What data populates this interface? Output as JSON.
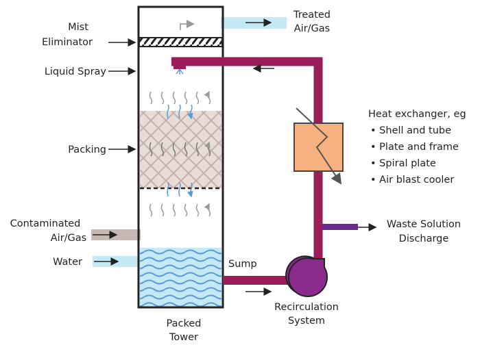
{
  "labels": {
    "treated_1": "Treated",
    "treated_2": "Air/Gas",
    "mist_1": "Mist",
    "mist_2": "Eliminator",
    "liquid_spray": "Liquid Spray",
    "packing": "Packing",
    "contaminated_1": "Contaminated",
    "contaminated_2": "Air/Gas",
    "water": "Water",
    "sump": "Sump",
    "packed_1": "Packed",
    "packed_2": "Tower",
    "recirc_1": "Recirculation",
    "recirc_2": "System",
    "waste_1": "Waste Solution",
    "waste_2": "Discharge",
    "hx_title": "Heat exchanger, eg",
    "hx_items": [
      "Shell and tube",
      "Plate and frame",
      "Spiral plate",
      "Air blast cooler"
    ]
  },
  "colors": {
    "pipe": "#9b1d5a",
    "pump": "#8a2a8a",
    "waste_pipe": "#6a2c91",
    "heat_exchanger": "#f7b07f",
    "gas_inlet": "#c8b8b4",
    "water": "#c5e8f5",
    "packing": "#e8dcd6"
  }
}
